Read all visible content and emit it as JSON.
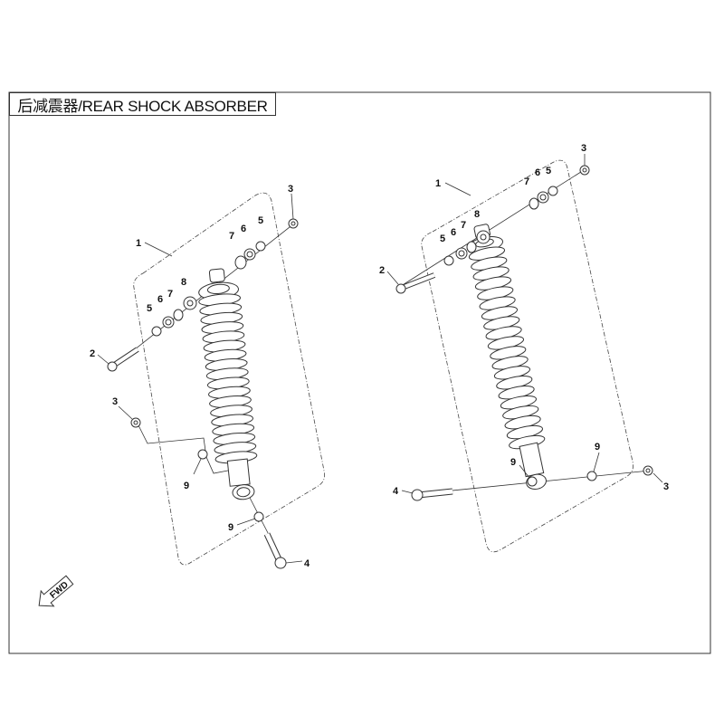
{
  "title": "后减震器/REAR SHOCK ABSORBER",
  "fwd_label": "FWD",
  "left_assembly": {
    "callouts": [
      "1",
      "2",
      "3",
      "3",
      "4",
      "5",
      "6",
      "7",
      "8",
      "5",
      "6",
      "7",
      "9",
      "9"
    ]
  },
  "right_assembly": {
    "callouts": [
      "1",
      "2",
      "3",
      "3",
      "4",
      "5",
      "6",
      "7",
      "8",
      "7",
      "6",
      "5",
      "9",
      "9"
    ]
  }
}
